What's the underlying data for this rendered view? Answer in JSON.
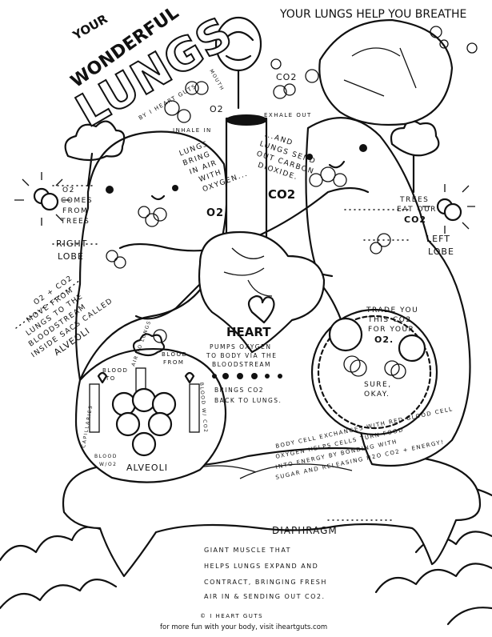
{
  "title": {
    "your": "YOUR",
    "wonderful": "WONDERFUL",
    "lungs": "LUNGS",
    "byline": "BY I HEART GUTS"
  },
  "subtitle": "YOUR LUNGS HELP YOU BREATHE",
  "labels": {
    "mouth": "MOUTH",
    "inhale": "INHALE IN",
    "exhale": "EXHALE OUT",
    "o2": "O2",
    "co2": "CO2",
    "lungs_bring": [
      "LUNGS",
      "BRING",
      "IN AIR",
      "WITH",
      "OXYGEN..."
    ],
    "lungs_send": [
      "...AND",
      "LUNGS SEND",
      "OUT CARBON",
      "DIOXIDE."
    ],
    "o2_trees": [
      "O2",
      "COMES",
      "FROM",
      "TREES"
    ],
    "trees_eat": [
      "TREES",
      "EAT OUR",
      "CO2"
    ],
    "right_lobe": [
      "RIGHT",
      "LOBE"
    ],
    "left_lobe": [
      "LEFT",
      "LOBE"
    ],
    "move": [
      "O2 + CO2",
      "MOVE FROM",
      "LUNGS TO THE",
      "BLOODSTREAM",
      "INSIDE SACS CALLED",
      "ALVEOLI"
    ],
    "heart": "HEART",
    "heart_text": [
      "PUMPS OXYGEN",
      "TO BODY VIA THE",
      "BLOODSTREAM",
      "BRINGS CO2",
      "BACK TO LUNGS."
    ],
    "trade": [
      "TRADE YOU",
      "THIS CO2",
      "FOR YOUR",
      "O2."
    ],
    "sure": [
      "SURE,",
      "OKAY."
    ],
    "exchange": "BODY CELL EXCHANGES WITH RED BLOOD CELL",
    "energy": [
      "OXYGEN HELPS CELLS TURN FOOD",
      "INTO ENERGY BY BONDING WITH",
      "SUGAR AND RELEASING H2O CO2 + ENERGY!"
    ],
    "alveoli": {
      "blood_to": [
        "BLOOD",
        "TO"
      ],
      "air_to_lungs": "AIR TO LUNGS",
      "blood_from": [
        "BLOOD",
        "FROM"
      ],
      "blood_co2": "BLOOD W/ CO2",
      "capillaries": "CAPILLARIES",
      "blood_o2": [
        "BLOOD",
        "W/O2"
      ],
      "title": "ALVEOLI"
    },
    "diaphragm": "DIAPHRAGM",
    "diaphragm_text": [
      "GIANT MUSCLE THAT",
      "HELPS LUNGS EXPAND AND",
      "CONTRACT, BRINGING FRESH",
      "AIR IN & SENDING OUT CO2."
    ]
  },
  "footer": {
    "copyright": "© I HEART GUTS",
    "visit": "for more fun with your body, visit iheartguts.com"
  }
}
